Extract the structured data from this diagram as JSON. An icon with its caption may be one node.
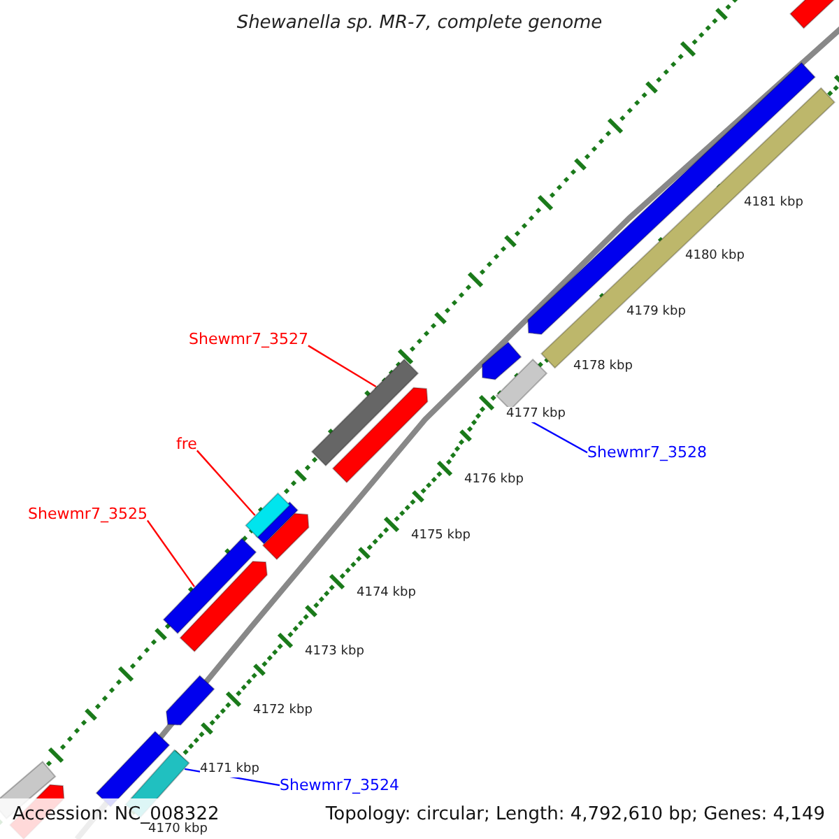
{
  "diagram": {
    "title": "Shewanella sp. MR-7, complete genome",
    "nodes": [
      {
        "text": [
          "Shewmr7_3527"
        ]
      },
      {
        "text": [],
        "shape": "bar"
      },
      {
        "text": [
          "fre"
        ]
      },
      {
        "text": [],
        "shape": "bar"
      },
      {
        "text": [
          "Shewmr7_3525"
        ]
      },
      {
        "text": [],
        "shape": "bar"
      },
      {
        "text": [
          "Shewmr7_3528"
        ]
      },
      {
        "text": [],
        "shape": "bar"
      },
      {
        "text": [
          "Shewmr7_3524"
        ]
      },
      {
        "text": [],
        "shape": "bar"
      }
    ],
    "edges": [
      {
        "from": 0,
        "to": 1,
        "arrow": "none"
      },
      {
        "from": 2,
        "to": 3,
        "arrow": "none"
      },
      {
        "from": 4,
        "to": 5,
        "arrow": "none"
      },
      {
        "from": 6,
        "to": 7,
        "arrow": "none",
        "color": "#0000ff"
      },
      {
        "from": 8,
        "to": 9,
        "arrow": "none",
        "color": "#0000ff"
      }
    ],
    "labels": [
      "4181 kbp",
      "4180 kbp",
      "4179 kbp",
      "4178 kbp",
      "4177 kbp",
      "4176 kbp",
      "4175 kbp",
      "4174 kbp",
      "4173 kbp",
      "4172 kbp",
      "4171 kbp",
      "4170 kbp",
      "Accession: NC_008322",
      "Topology: circular; Length: 4,792,610 bp; Genes: 4,149"
    ]
  }
}
